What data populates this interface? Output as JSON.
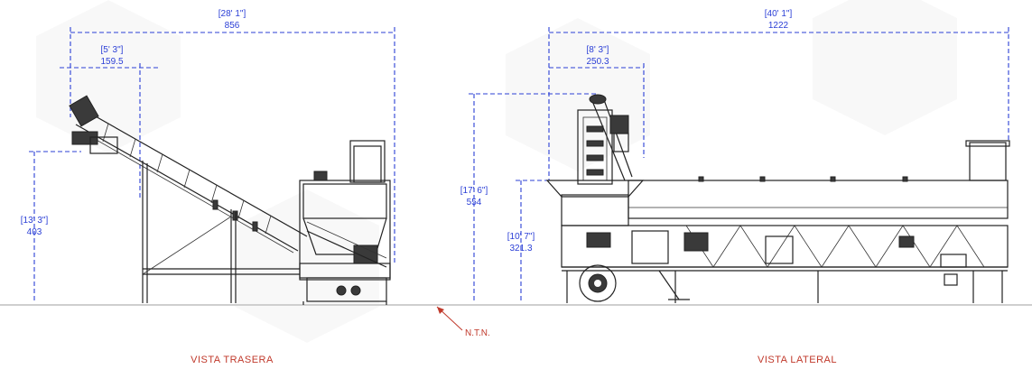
{
  "rear_view": {
    "label": "VISTA TRASERA",
    "width_ft": "[28' 1\"]",
    "width_cm": "856",
    "offset_ft": "[5' 3\"]",
    "offset_cm": "159.5",
    "height_ft": "[13' 3\"]",
    "height_cm": "403"
  },
  "side_view": {
    "label": "VISTA LATERAL",
    "length_ft": "[40' 1\"]",
    "length_cm": "1222",
    "offset_ft": "[8' 3\"]",
    "offset_cm": "250.3",
    "height_ft": "[17' 6\"]",
    "height_cm": "554",
    "hopper_ft": "[10' 7\"]",
    "hopper_cm": "321.3"
  },
  "ground_label": "N.T.N.",
  "colors": {
    "dimension": "#2b3fd6",
    "label": "#c0392b",
    "machine": "#222222"
  }
}
